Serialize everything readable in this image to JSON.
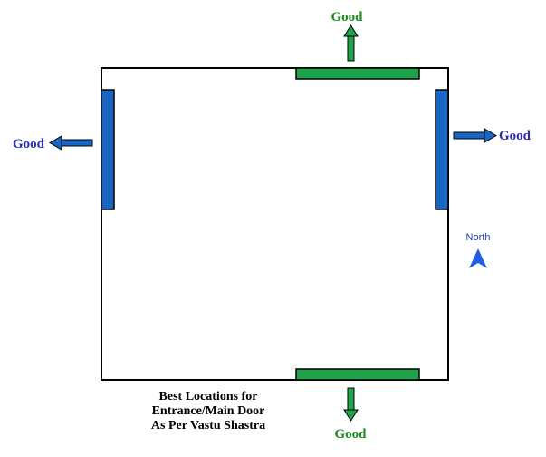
{
  "labels": {
    "good_top": "Good",
    "good_bottom": "Good",
    "good_left": "Good",
    "good_right": "Good",
    "north": "North"
  },
  "caption": {
    "line1": "Best Locations for",
    "line2": "Entrance/Main Door",
    "line3": "As Per Vastu Shastra"
  },
  "colors": {
    "green_door": "#1fa34a",
    "blue_door": "#1767c2",
    "green_text": "#1a8a1a",
    "blue_text": "#2a2ab8",
    "north_arrow": "#1f5fe6"
  },
  "icons": {
    "north": "north-arrow-icon",
    "directions": "arrow-icon"
  }
}
